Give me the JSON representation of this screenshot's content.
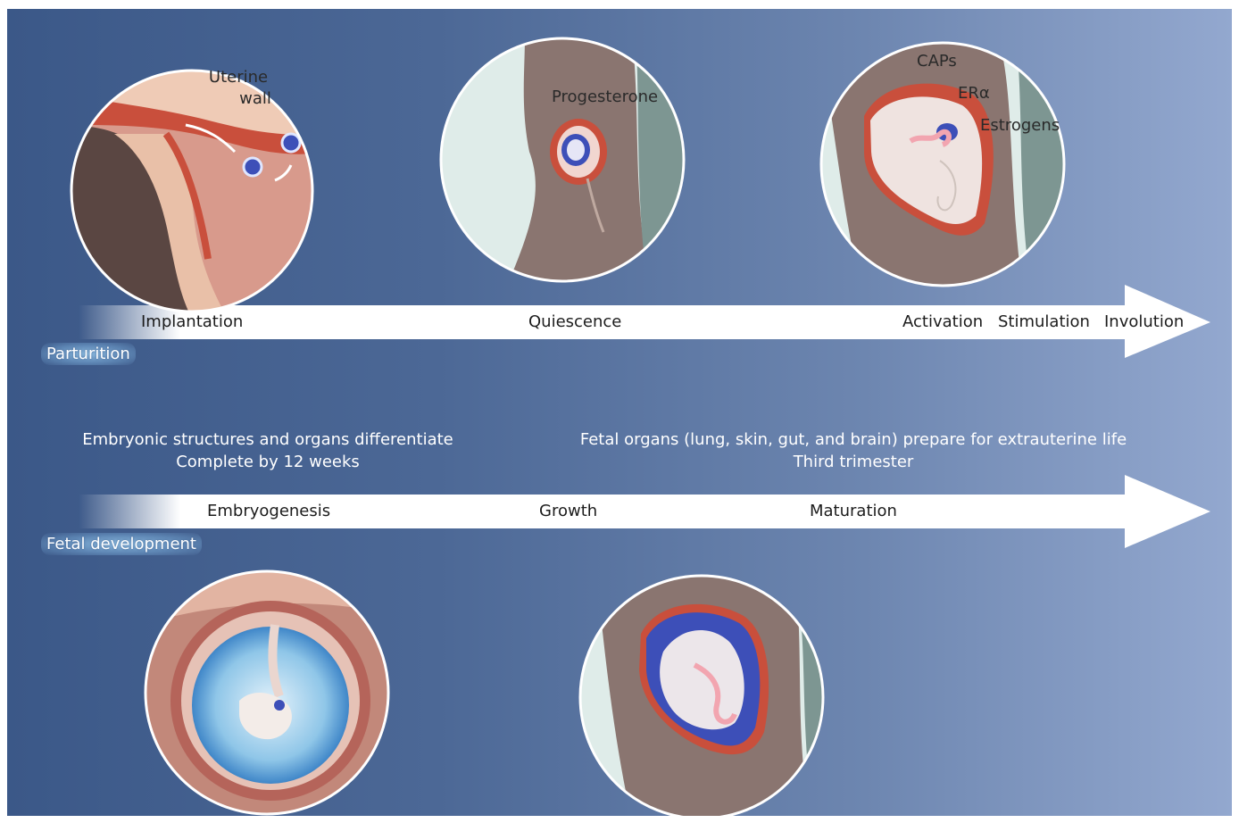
{
  "top_section": {
    "tag": "Parturition",
    "stages": [
      "Implantation",
      "Quiescence",
      "Activation",
      "Stimulation",
      "Involution"
    ],
    "circle1_labels": [
      "Uterine",
      "wall"
    ],
    "circle2_label": "Progesterone",
    "circle3_labels": [
      "CAPs",
      "ERα",
      "Estrogens"
    ]
  },
  "bottom_section": {
    "tag": "Fetal development",
    "stages": [
      "Embryogenesis",
      "Growth",
      "Maturation"
    ],
    "caption_left": [
      "Embryonic structures and organs differentiate",
      "Complete by 12 weeks"
    ],
    "caption_right": [
      "Fetal organs (lung, skin, gut, and brain) prepare for extrauterine life",
      "Third trimester"
    ]
  },
  "colors": {
    "background_left": "#3b5888",
    "background_right": "#93a8cf",
    "arrow": "#ffffff",
    "uterine_tissue": "#c94f3c",
    "amniotic": "#3d4fb8"
  }
}
